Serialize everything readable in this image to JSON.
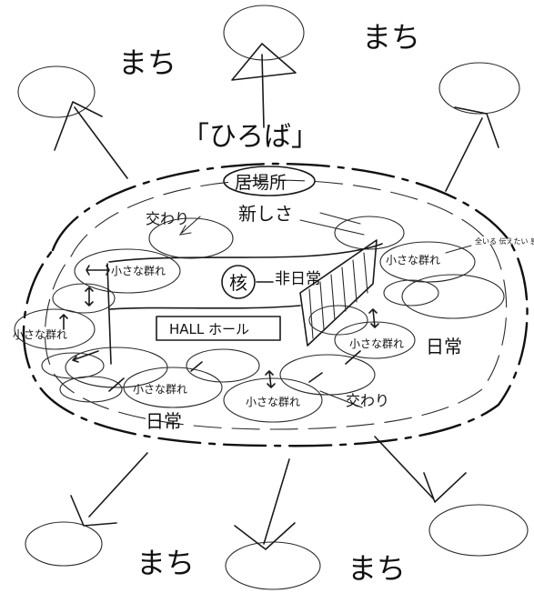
{
  "diagram": {
    "title": "「ひろば」",
    "town": [
      "まち",
      "まち",
      "まち",
      "まち"
    ],
    "meeting_place": "居場所",
    "novelty": "新しさ",
    "core": "核",
    "non_daily": "非日常",
    "hall": "HALL ホール",
    "exchange": [
      "交わり",
      "交わり"
    ],
    "small_group": [
      "小さな群れ",
      "小さな群れ",
      "小さな群れ",
      "小さな群れ",
      "小さな群れ",
      "小さな群れ"
    ],
    "daily": [
      "日常",
      "日常"
    ],
    "emotion_note": "全いる 伝えたい 感動"
  },
  "colors": {
    "ink": "#1a1a1a",
    "paper": "#ffffff"
  }
}
